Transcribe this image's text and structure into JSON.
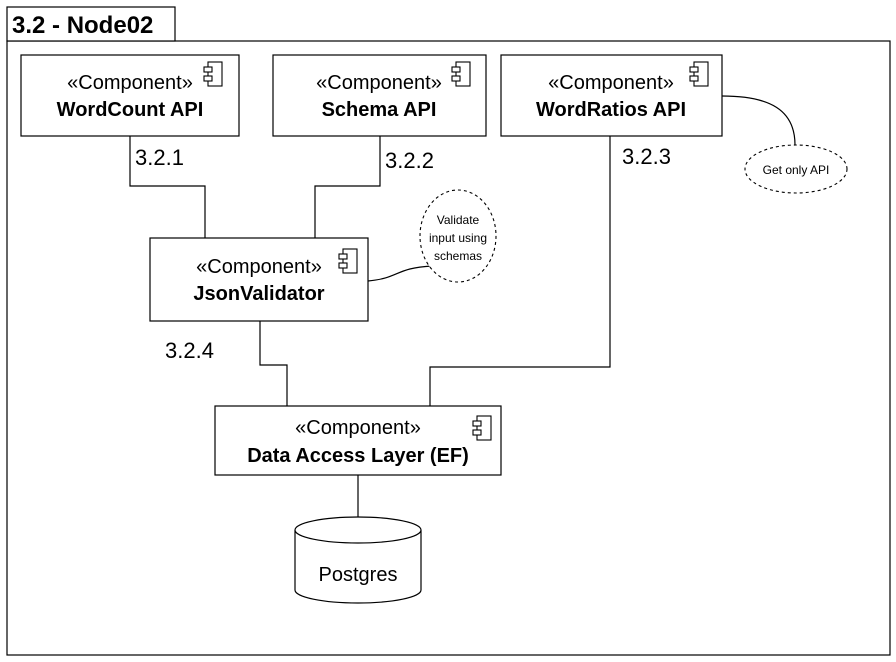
{
  "diagram": {
    "title": "3.2 - Node02",
    "stereotype": "«Component»",
    "components": [
      {
        "id": "wordcount",
        "name": "WordCount API"
      },
      {
        "id": "schema",
        "name": "Schema API"
      },
      {
        "id": "wordratios",
        "name": "WordRatios API"
      },
      {
        "id": "jsonvalidator",
        "name": "JsonValidator"
      },
      {
        "id": "dal",
        "name": "Data Access Layer (EF)"
      }
    ],
    "database": {
      "name": "Postgres"
    },
    "connections": [
      {
        "from": "wordcount",
        "to": "jsonvalidator",
        "label": "3.2.1"
      },
      {
        "from": "schema",
        "to": "jsonvalidator",
        "label": "3.2.2"
      },
      {
        "from": "wordratios",
        "to": "dal",
        "label": "3.2.3"
      },
      {
        "from": "jsonvalidator",
        "to": "dal",
        "label": "3.2.4"
      },
      {
        "from": "dal",
        "to": "postgres",
        "label": ""
      }
    ],
    "notes": [
      {
        "id": "validate",
        "lines": [
          "Validate",
          "input using",
          "schemas"
        ]
      },
      {
        "id": "getonly",
        "lines": [
          "Get only API"
        ]
      }
    ]
  }
}
